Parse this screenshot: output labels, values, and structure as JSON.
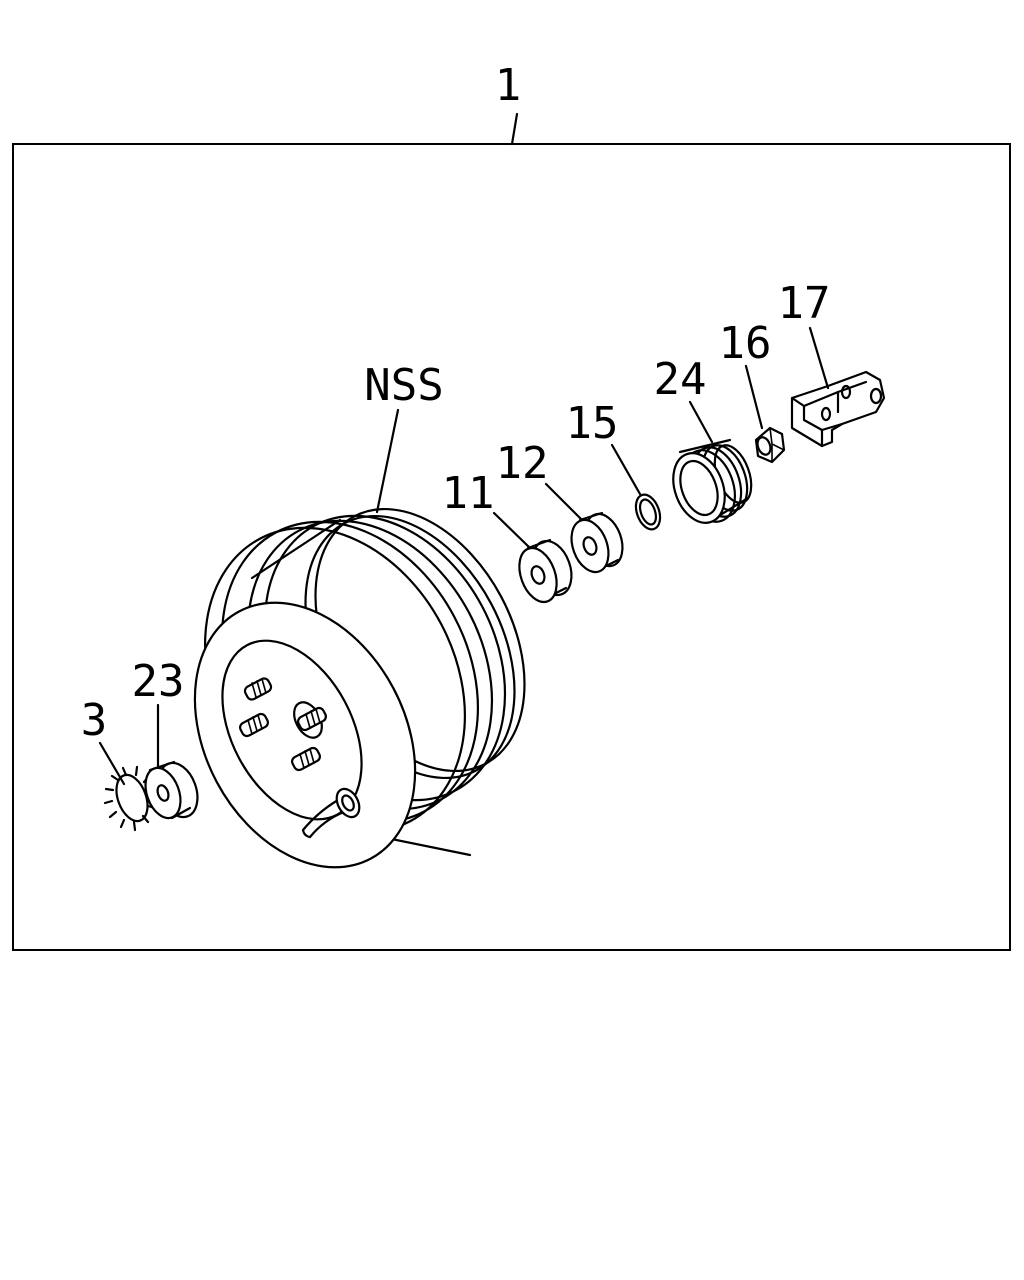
{
  "callouts": {
    "assembly": "1",
    "nss": "NSS",
    "p3": "3",
    "p23": "23",
    "p11": "11",
    "p12": "12",
    "p15": "15",
    "p24": "24",
    "p16": "16",
    "p17": "17"
  }
}
